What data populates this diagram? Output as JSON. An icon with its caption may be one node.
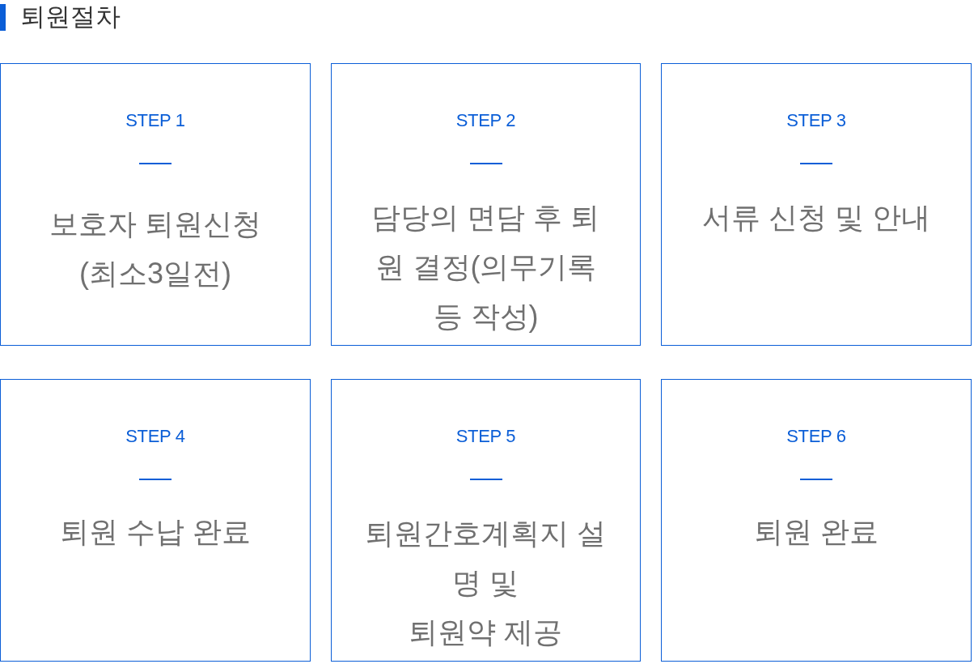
{
  "diagram": {
    "title": "퇴원절차",
    "nodes": [
      {
        "text": [
          "STEP 1",
          "보호자 퇴원신청 (최소3일전)"
        ]
      },
      {
        "text": [
          "STEP 2",
          "담당의 면담 후 퇴원 결정(의무기록 등 작성)"
        ]
      },
      {
        "text": [
          "STEP 3",
          "서류 신청 및 안내"
        ]
      },
      {
        "text": [
          "STEP 4",
          "퇴원 수납 완료"
        ]
      },
      {
        "text": [
          "STEP 5",
          "퇴원간호계획지 설명 및 퇴원약 제공"
        ]
      },
      {
        "text": [
          "STEP 6",
          "퇴원 완료"
        ]
      }
    ]
  }
}
